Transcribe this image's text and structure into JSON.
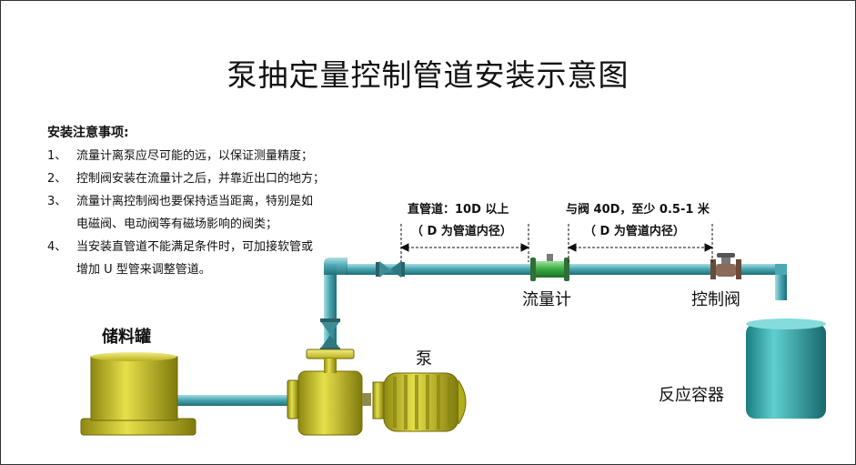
{
  "title": "泵抽定量控制管道安装示意图",
  "notes": {
    "heading": "安装注意事项:",
    "items": [
      {
        "num": "1、",
        "lines": [
          "流量计离泵应尽可能的远，以保证测量精度；"
        ]
      },
      {
        "num": "2、",
        "lines": [
          "控制阀安装在流量计之后，并靠近出口的地方；"
        ]
      },
      {
        "num": "3、",
        "lines": [
          "流量计离控制阀也要保持适当距离，特别是如",
          "电磁阀、电动阀等有磁场影响的阀类；"
        ]
      },
      {
        "num": "4、",
        "lines": [
          "当安装直管道不能满足条件时，可加接软管或",
          "增加 U 型管来调整管道。"
        ]
      }
    ]
  },
  "dimensions": {
    "straight_pipe": "直管道：10D 以上",
    "straight_pipe_note": "（ D 为管道内径）",
    "valve_distance": "与阀 40D，至少 0.5-1 米",
    "valve_distance_note": "（ D 为管道内径）"
  },
  "labels": {
    "flowmeter": "流量计",
    "control_valve": "控制阀",
    "storage_tank": "储料罐",
    "pump": "泵",
    "reactor": "反应容器"
  },
  "colors": {
    "pipe": "#3f9aa6",
    "tank": "#c9c21a",
    "reactor": "#2fa7a7",
    "flowmeter": "#3aa845"
  }
}
